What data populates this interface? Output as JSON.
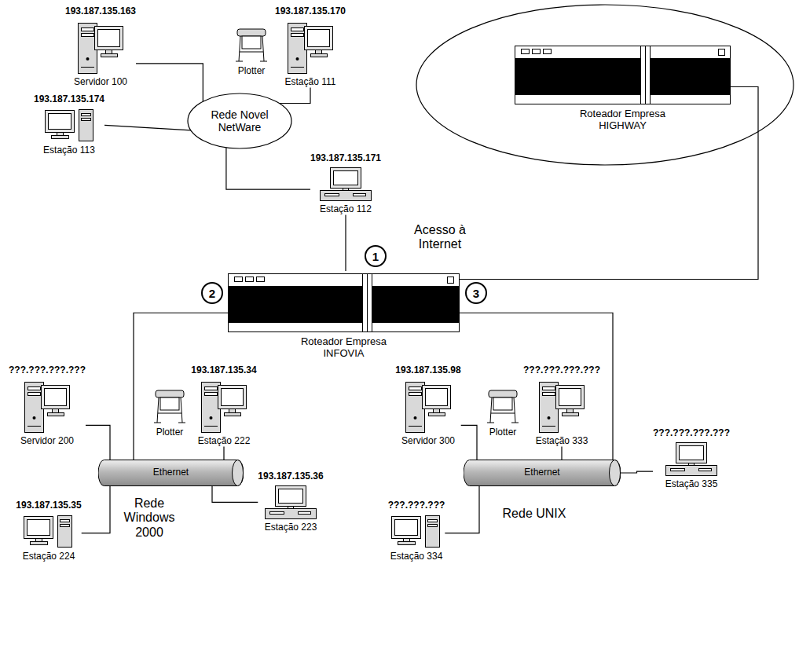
{
  "diagram": {
    "nodes": [
      {
        "text": [
          "193.187.135.163",
          "Servidor 100"
        ]
      },
      {
        "text": [
          "193.187.135.170",
          "Estação 111"
        ]
      },
      {
        "text": [
          "Roteador Empresa HIGHWAY"
        ]
      },
      {
        "text": [
          "Rede Novel NetWare"
        ]
      },
      {
        "text": [
          "193.187.135.174",
          "Estação 113"
        ]
      },
      {
        "text": [
          "193.187.135.171",
          "Estação 112"
        ]
      },
      {
        "text": [
          "Roteador Empresa INFOVIA"
        ]
      },
      {
        "text": [
          "???.???.???.???",
          "Servidor 200"
        ]
      },
      {
        "text": [
          "193.187.135.34",
          "Estação 222"
        ]
      },
      {
        "text": [
          "193.187.135.98",
          "Servidor 300"
        ]
      },
      {
        "text": [
          "???.???.???.???",
          "Estação 333"
        ]
      },
      {
        "text": [
          "???.???.???.???",
          "Estação 335"
        ]
      },
      {
        "text": [
          "Ethernet"
        ]
      },
      {
        "text": [
          "Ethernet"
        ]
      },
      {
        "text": [
          "193.187.135.36",
          "Estação 223"
        ]
      },
      {
        "text": [
          "193.187.135.35",
          "Estação 224"
        ]
      },
      {
        "text": [
          "???.???.???",
          "Estação 334"
        ]
      }
    ],
    "edges": [
      {
        "from": 0,
        "to": 3,
        "arrow": "none"
      },
      {
        "from": 1,
        "to": 3,
        "arrow": "none"
      },
      {
        "from": 4,
        "to": 3,
        "arrow": "none"
      },
      {
        "from": 5,
        "to": 3,
        "arrow": "none"
      },
      {
        "from": 5,
        "to": 6,
        "arrow": "none"
      },
      {
        "from": 6,
        "to": 2,
        "arrow": "none"
      },
      {
        "from": 6,
        "to": 12,
        "arrow": "none"
      },
      {
        "from": 6,
        "to": 13,
        "arrow": "none"
      },
      {
        "from": 7,
        "to": 12,
        "arrow": "none"
      },
      {
        "from": 8,
        "to": 12,
        "arrow": "none"
      },
      {
        "from": 14,
        "to": 12,
        "arrow": "none"
      },
      {
        "from": 15,
        "to": 12,
        "arrow": "none"
      },
      {
        "from": 9,
        "to": 13,
        "arrow": "none"
      },
      {
        "from": 10,
        "to": 13,
        "arrow": "none"
      },
      {
        "from": 11,
        "to": 13,
        "arrow": "none"
      },
      {
        "from": 16,
        "to": 13,
        "arrow": "none"
      }
    ],
    "labels": [
      "Plotter",
      "Acesso à Internet",
      "1",
      "2",
      "3",
      "Plotter",
      "Plotter",
      "Rede Windows 2000",
      "Rede UNIX"
    ]
  }
}
